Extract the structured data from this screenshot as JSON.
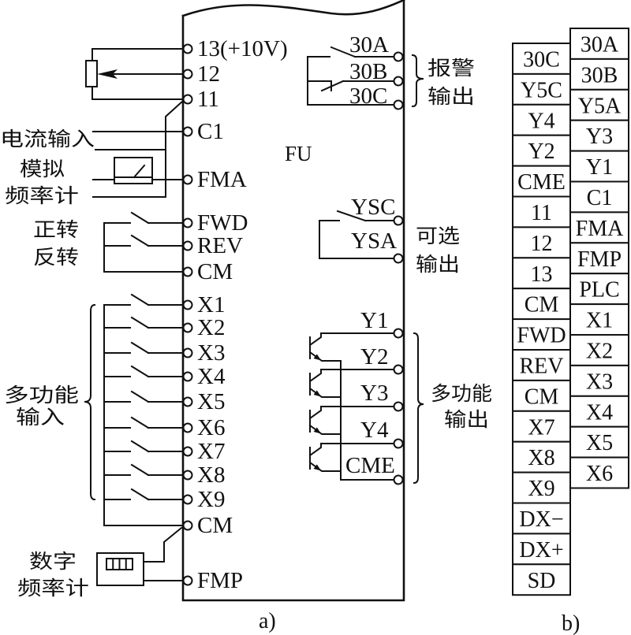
{
  "panel_a": {
    "caption": "a)",
    "device_label": "FU",
    "analog_terminals": {
      "t13": "13(+10V)",
      "t12": "12",
      "t11": "11",
      "c1": "C1",
      "fma": "FMA"
    },
    "run_terminals": {
      "fwd": "FWD",
      "rev": "REV",
      "cm": "CM"
    },
    "multi_input_terminals": [
      "X1",
      "X2",
      "X3",
      "X4",
      "X5",
      "X6",
      "X7",
      "X8",
      "X9"
    ],
    "common_terminal": "CM",
    "pulse_terminal": "FMP",
    "alarm_terminals": [
      "30A",
      "30B",
      "30C"
    ],
    "optional_terminals": [
      "YSC",
      "YSA"
    ],
    "multi_output_terminals": [
      "Y1",
      "Y2",
      "Y3",
      "Y4",
      "CME"
    ],
    "annotations": {
      "current_input": "电流输入",
      "analog_meter": [
        "模拟",
        "频率计"
      ],
      "forward": "正转",
      "reverse": "反转",
      "multi_input": [
        "多功能",
        "输入"
      ],
      "digital_meter": [
        "数字",
        "频率计"
      ],
      "alarm_output": [
        "报警",
        "输出"
      ],
      "optional_output": [
        "可选",
        "输出"
      ],
      "multi_output": [
        "多功能",
        "输出"
      ]
    }
  },
  "panel_b": {
    "caption": "b)",
    "terminal_block": {
      "right_column": [
        "30A",
        "30B",
        "Y5A",
        "Y3",
        "Y1",
        "C1",
        "FMA",
        "FMP",
        "PLC",
        "X1",
        "X2",
        "X3",
        "X4",
        "X5",
        "X6"
      ],
      "left_column": [
        "30C",
        "Y5C",
        "Y4",
        "Y2",
        "CME",
        "11",
        "12",
        "13",
        "CM",
        "FWD",
        "REV",
        "CM",
        "X7",
        "X8",
        "X9",
        "DX−",
        "DX+",
        "SD"
      ]
    }
  }
}
